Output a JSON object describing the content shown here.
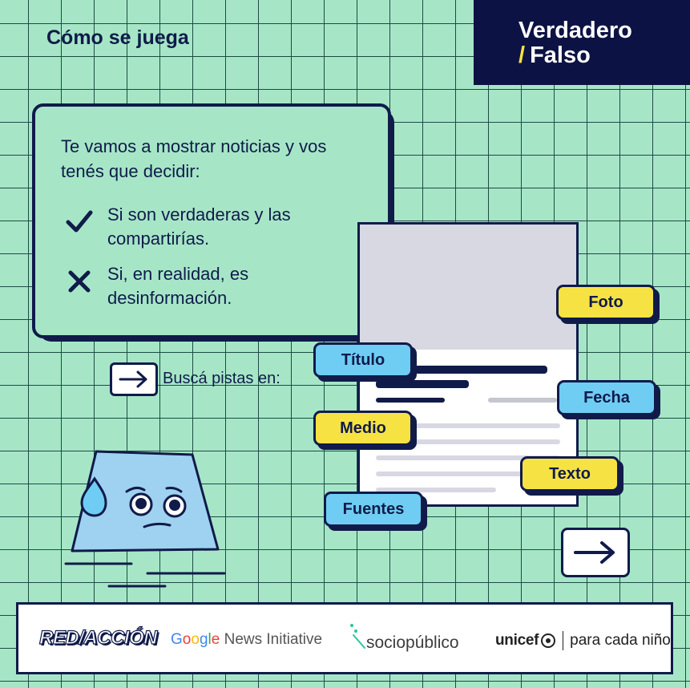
{
  "header": {
    "title": "Cómo se juega",
    "brand_line1": "Verdadero",
    "brand_slash": "/",
    "brand_line2": "Falso"
  },
  "info": {
    "intro": "Te vamos a mostrar noticias y vos tenés que decidir:",
    "options": [
      {
        "icon": "check-icon",
        "text": "Si son verdaderas y las compartirías."
      },
      {
        "icon": "cross-icon",
        "text": "Si, en realidad, es desinformación."
      }
    ]
  },
  "hint": {
    "text": "Buscá pistas en:"
  },
  "tags": {
    "foto": "Foto",
    "titulo": "Título",
    "fecha": "Fecha",
    "medio": "Medio",
    "texto": "Texto",
    "fuentes": "Fuentes"
  },
  "colors": {
    "background": "#a6e6c7",
    "navy": "#101b4a",
    "yellow_tag": "#f7e244",
    "blue_tag": "#6fcdf4",
    "mascot": "#9fd2f0"
  },
  "footer": {
    "logos": {
      "redaccion": "RED/ACCIÓN",
      "google_g": "G",
      "google_o1": "o",
      "google_o2": "o",
      "google_g2": "g",
      "google_l": "l",
      "google_e": "e",
      "google_rest": " News Initiative",
      "socio": "sociopúblico",
      "unicef": "unicef",
      "unicef_tagline": "para cada niño"
    }
  }
}
